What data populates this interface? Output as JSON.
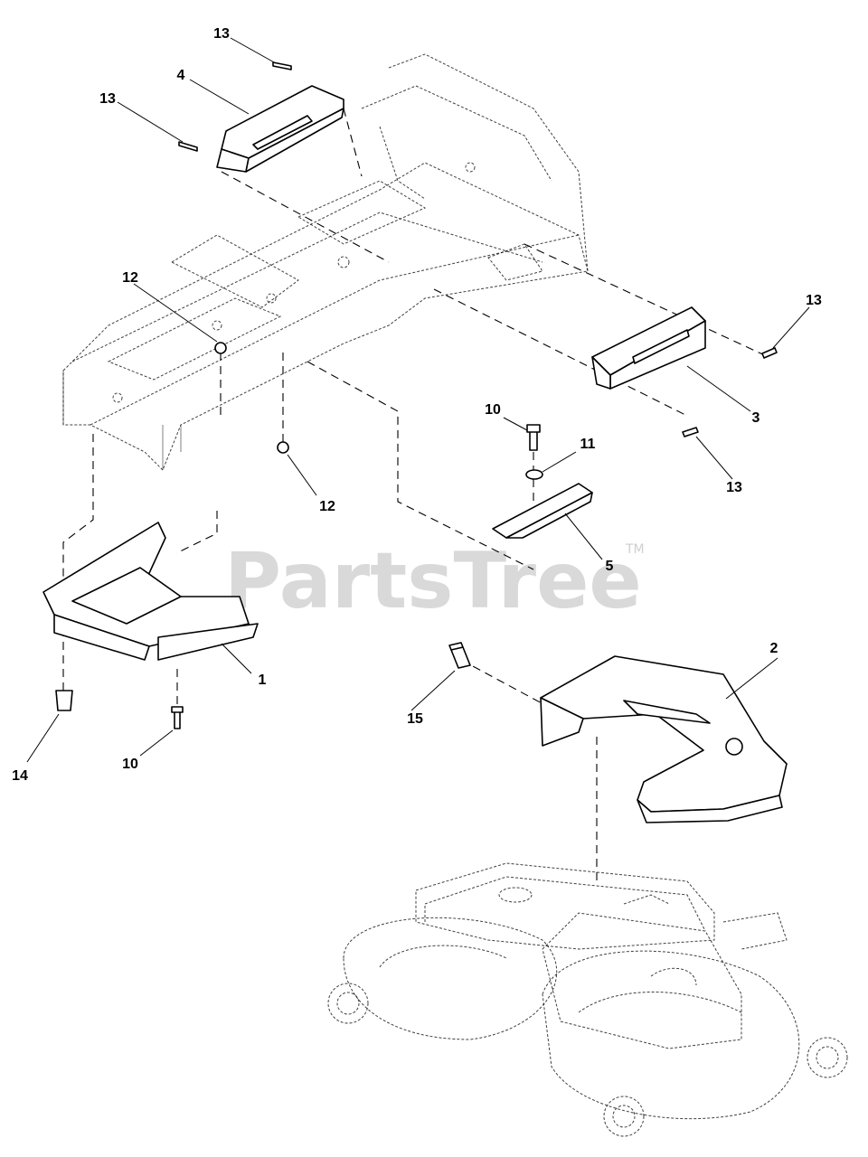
{
  "watermark": {
    "text": "PartsTree",
    "trademark": "TM"
  },
  "callouts": [
    {
      "label": "13"
    },
    {
      "label": "4"
    },
    {
      "label": "13"
    },
    {
      "label": "12"
    },
    {
      "label": "13"
    },
    {
      "label": "3"
    },
    {
      "label": "13"
    },
    {
      "label": "12"
    },
    {
      "label": "10"
    },
    {
      "label": "11"
    },
    {
      "label": "5"
    },
    {
      "label": "1"
    },
    {
      "label": "2"
    },
    {
      "label": "15"
    },
    {
      "label": "14"
    },
    {
      "label": "10"
    }
  ]
}
